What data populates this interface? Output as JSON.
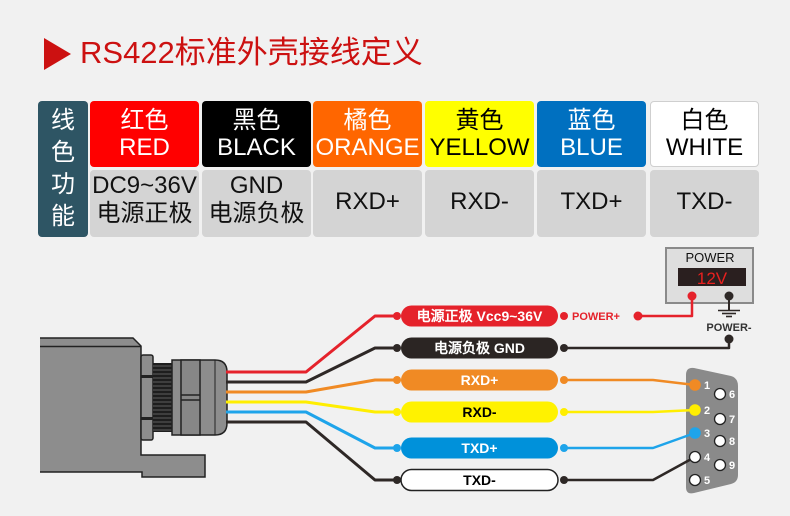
{
  "title": {
    "icon": "triangle-right-icon",
    "text": "RS422标准外壳接线定义",
    "color": "#cc1111"
  },
  "table": {
    "header": "线色功能",
    "header_bg": "#2e5564",
    "function_bg": "#d4d4d4",
    "columns": [
      {
        "color_cn": "红色",
        "color_en": "RED",
        "function_line1": "DC9~36V",
        "function_line2": "电源正极",
        "bg": "#ff0000",
        "fg": "#ffffff"
      },
      {
        "color_cn": "黑色",
        "color_en": "BLACK",
        "function_line1": "GND",
        "function_line2": "电源负极",
        "bg": "#000000",
        "fg": "#ffffff"
      },
      {
        "color_cn": "橘色",
        "color_en": "ORANGE",
        "function_line1": "RXD+",
        "bg": "#ff6600",
        "fg": "#ffffff"
      },
      {
        "color_cn": "黄色",
        "color_en": "YELLOW",
        "function_line1": "RXD-",
        "bg": "#ffff00",
        "fg": "#000000"
      },
      {
        "color_cn": "蓝色",
        "color_en": "BLUE",
        "function_line1": "TXD+",
        "bg": "#0070c0",
        "fg": "#ffffff"
      },
      {
        "color_cn": "白色",
        "color_en": "WHITE",
        "function_line1": "TXD-",
        "bg": "#ffffff",
        "fg": "#000000"
      }
    ]
  },
  "diagram": {
    "wires": [
      {
        "label": "电源正极 Vcc9~36V",
        "wire_color": "#e5222b",
        "pill_color": "#e5222b",
        "text_color": "#ffffff",
        "destination": "POWER+"
      },
      {
        "label": "电源负极 GND",
        "wire_color": "#2e2826",
        "pill_color": "#2b2523",
        "text_color": "#ffffff",
        "destination": "POWER-"
      },
      {
        "label": "RXD+",
        "wire_color": "#f08a24",
        "pill_color": "#f08a24",
        "text_color": "#ffffff",
        "db9_pin": "1"
      },
      {
        "label": "RXD-",
        "wire_color": "#ffee00",
        "pill_color": "#fff200",
        "text_color": "#000000",
        "db9_pin": "2"
      },
      {
        "label": "TXD+",
        "wire_color": "#1ea4ea",
        "pill_color": "#0091da",
        "text_color": "#ffffff",
        "db9_pin": "3"
      },
      {
        "label": "TXD-",
        "wire_color": "#2e2826",
        "pill_color": "#ffffff",
        "text_color": "#000000",
        "db9_pin": "4"
      }
    ],
    "power_supply": {
      "title": "POWER",
      "display": "12V",
      "display_color": "#e8201f",
      "positive_label": "POWER+",
      "negative_label": "POWER-"
    },
    "db9": {
      "pins": [
        "1",
        "2",
        "3",
        "4",
        "5",
        "6",
        "7",
        "8",
        "9"
      ],
      "body_color": "#8a8a8a"
    }
  }
}
